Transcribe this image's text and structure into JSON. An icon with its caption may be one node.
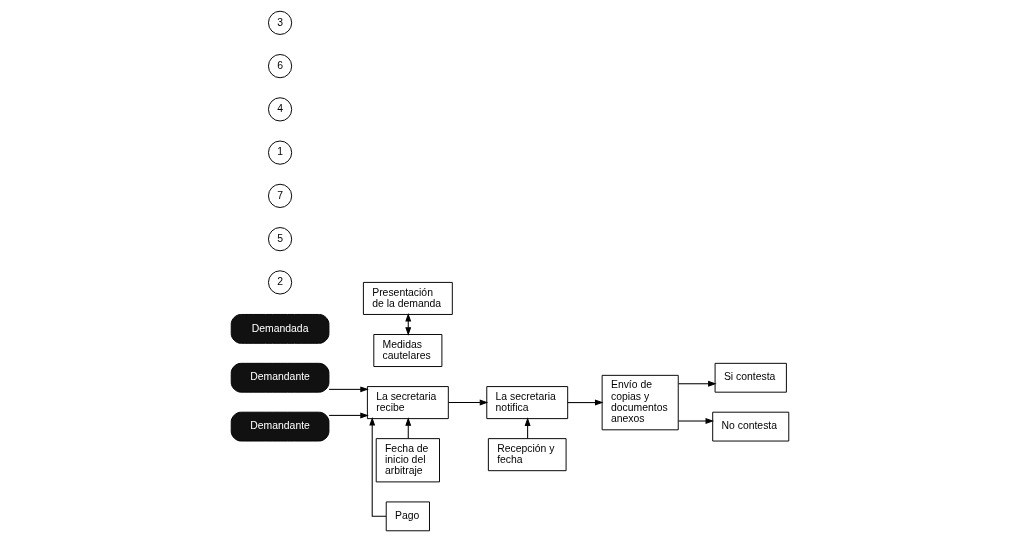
{
  "diagram": {
    "nodes": [
      {
        "text": [
          "Demandante"
        ]
      },
      {
        "text": [
          "Demandada"
        ]
      },
      {
        "text": [
          "Demandante"
        ]
      },
      {
        "text": [
          "Presentación de la demanda"
        ]
      },
      {
        "text": [
          "Medidas cautelares"
        ]
      },
      {
        "text": [
          "Fecha de inicio del arbitraje"
        ]
      },
      {
        "text": [
          "La secretaria recibe"
        ]
      },
      {
        "text": [
          "Pago"
        ]
      },
      {
        "text": [
          "La secretaria notifica"
        ]
      },
      {
        "text": [
          "Recepción y fecha"
        ]
      },
      {
        "text": [
          "Envío de copias y documentos anexos"
        ]
      },
      {
        "text": [
          "Si contesta"
        ]
      },
      {
        "text": [
          "No contesta"
        ]
      }
    ],
    "edges": [
      {
        "from": 0,
        "to": 6,
        "arrow": "to"
      },
      {
        "from": 2,
        "to": 6,
        "arrow": "to"
      },
      {
        "from": 3,
        "to": 4,
        "arrow": "both"
      },
      {
        "from": 5,
        "to": 6,
        "arrow": "to"
      },
      {
        "from": 7,
        "to": 6,
        "arrow": "to"
      },
      {
        "from": 6,
        "to": 8,
        "arrow": "to"
      },
      {
        "from": 9,
        "to": 8,
        "arrow": "to"
      },
      {
        "from": 8,
        "to": 10,
        "arrow": "to"
      },
      {
        "from": 10,
        "to": 11,
        "arrow": "to"
      },
      {
        "from": 10,
        "to": 12,
        "arrow": "to"
      }
    ],
    "labels": [
      "2",
      "5",
      "7",
      "1",
      "4",
      "6",
      "3"
    ]
  }
}
